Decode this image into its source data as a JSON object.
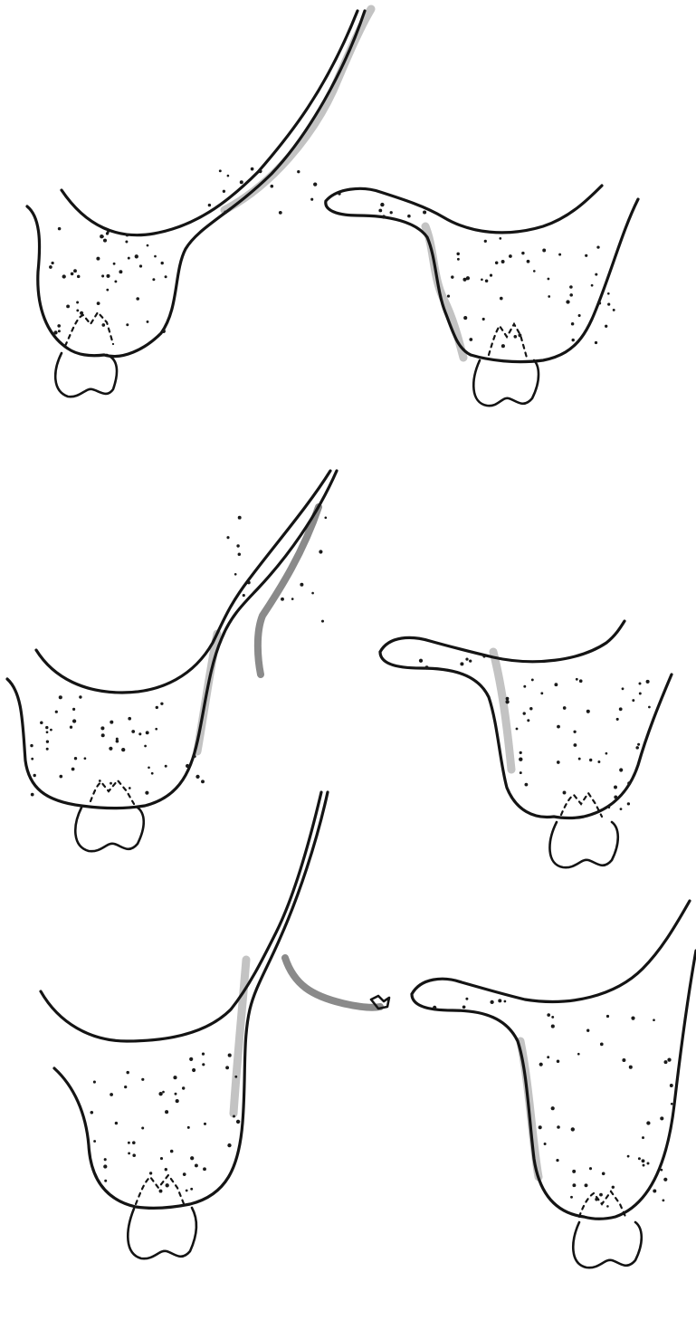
{
  "figure": {
    "panels": [
      {
        "id": "top",
        "state": "attached"
      },
      {
        "id": "middle",
        "state": "partially-detached"
      },
      {
        "id": "bottom",
        "state": "detached"
      }
    ],
    "colors": {
      "outline": "#141414",
      "stipple": "#1a1a1a",
      "shading": "#9a9a9a",
      "background": "#ffffff"
    }
  }
}
